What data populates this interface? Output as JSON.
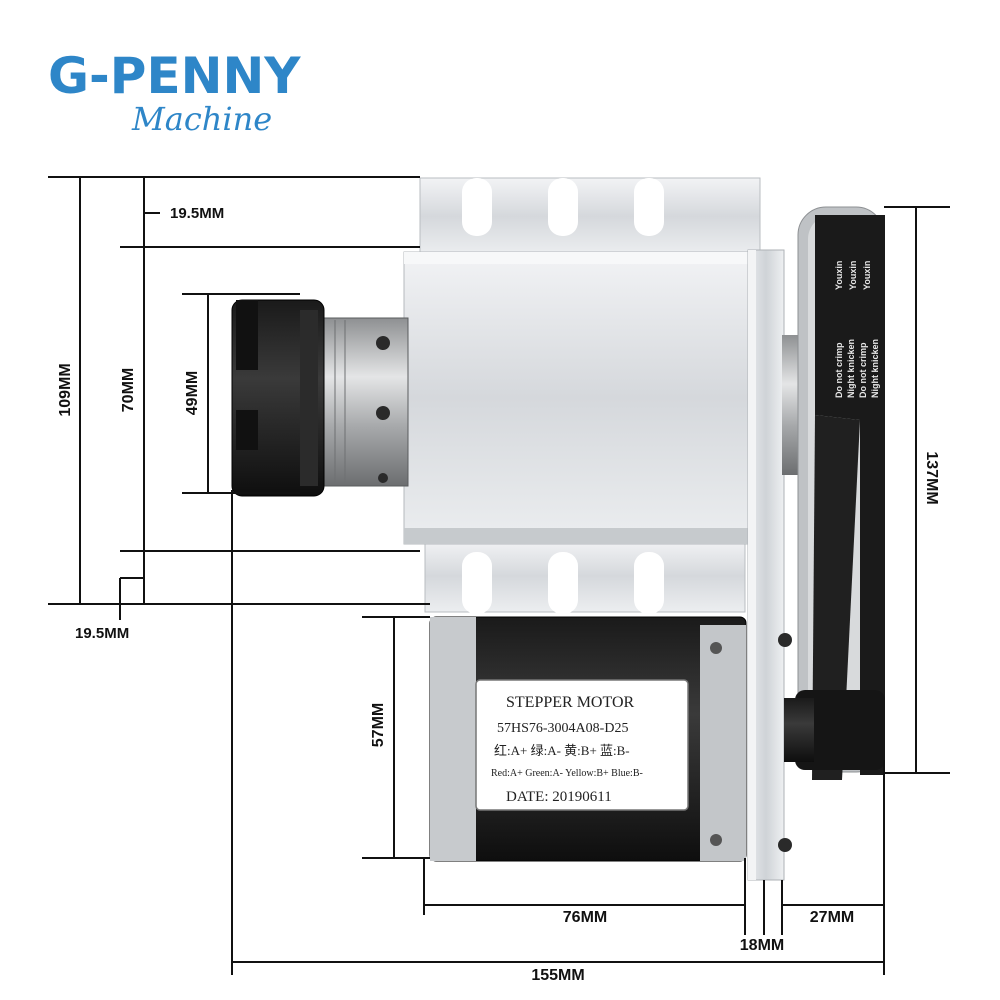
{
  "brand": {
    "name": "G-PENNY",
    "tagline": "Machine",
    "name_color": "#2e86c8",
    "tagline_color": "#2e86c8"
  },
  "motor_label": {
    "line1": "STEPPER MOTOR",
    "line2": "57HS76-3004A08-D25",
    "line3": "红:A+ 绿:A- 黄:B+ 蓝:B-",
    "line4": "Red:A+ Green:A- Yellow:B+ Blue:B-",
    "line5": "DATE: 20190611"
  },
  "belt": {
    "brand": "Youxin",
    "warning1": "Do not crimp",
    "warning2": "Night knicken"
  },
  "dimensions": {
    "top_offset": "19.5MM",
    "bottom_offset": "19.5MM",
    "overall_height": "109MM",
    "frame_height": "70MM",
    "collet": "49MM",
    "pulley_height": "137MM",
    "motor_height": "57MM",
    "motor_length": "76MM",
    "plate_thickness": "18MM",
    "pulley_width": "27MM",
    "total_length": "155MM"
  }
}
